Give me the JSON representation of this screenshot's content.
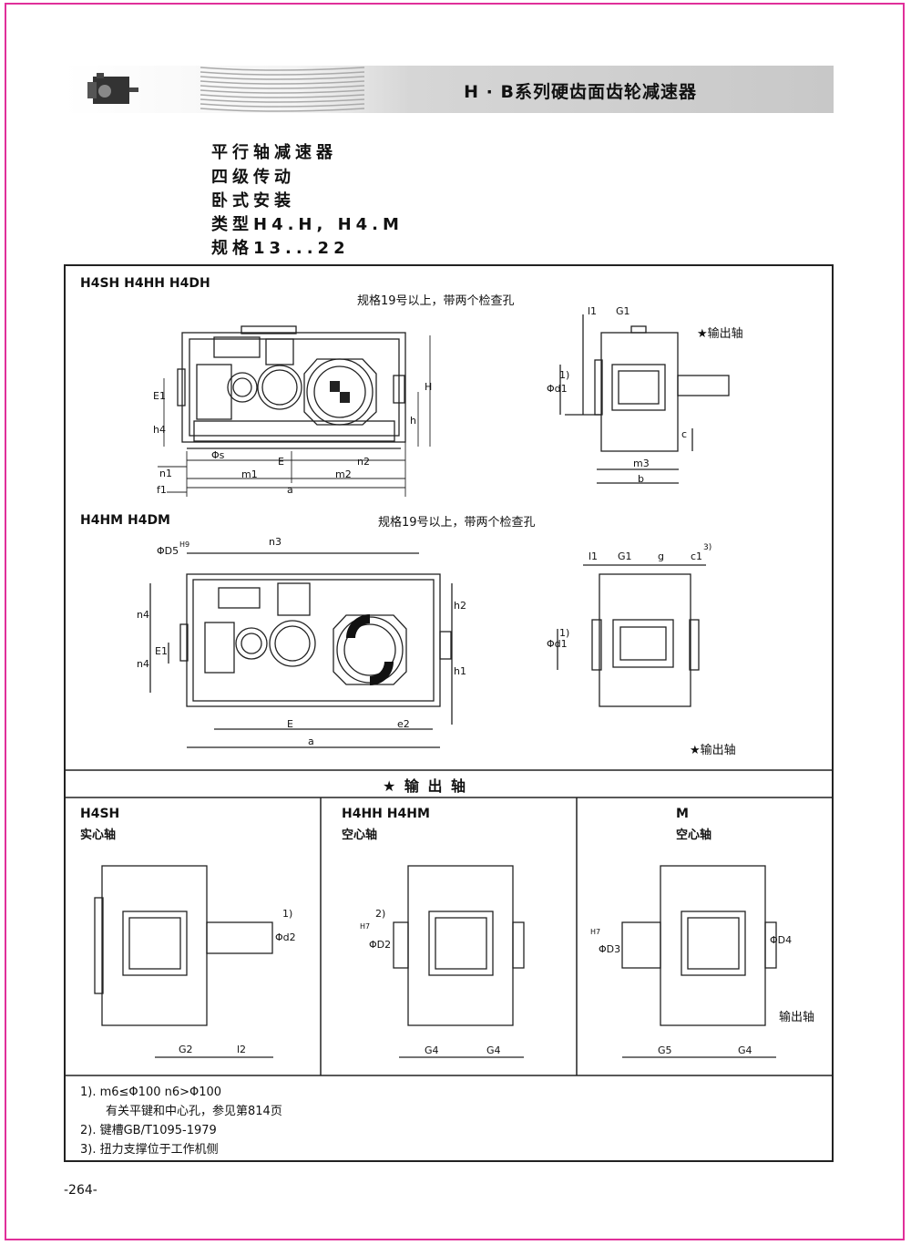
{
  "header": {
    "title": "H · B系列硬齿面齿轮减速器",
    "logo": "gear-reducer-image"
  },
  "spec_lines": [
    "平行轴减速器",
    "四级传动",
    "卧式安装",
    "类型H4.H, H4.M",
    "规格13...22"
  ],
  "diagram_top": {
    "model_label": "H4SH  H4HH  H4DH",
    "note": "规格19号以上，带两个检查孔",
    "output_shaft": "★输出轴",
    "dims": [
      "l1",
      "G1",
      "E1",
      "h4",
      "Φs",
      "E",
      "n2",
      "H",
      "h",
      "n1",
      "m1",
      "m2",
      "f1",
      "a",
      "Φd1",
      "1)",
      "c",
      "m3",
      "b"
    ]
  },
  "diagram_mid": {
    "model_label": "H4HM  H4DM",
    "note": "规格19号以上，带两个检查孔",
    "output_shaft": "★输出轴",
    "dims": [
      "ΦD5",
      "H9",
      "n3",
      "n4",
      "E1",
      "h2",
      "h1",
      "E",
      "e2",
      "a",
      "l1",
      "G1",
      "g",
      "c1",
      "3)",
      "Φd1",
      "1)"
    ]
  },
  "output_section": {
    "title": "★  输  出  轴",
    "cols": [
      {
        "label": "H4SH",
        "sub": "实心轴",
        "dims": [
          "G2",
          "l2",
          "Φd2",
          "1)"
        ]
      },
      {
        "label": "H4HH  H4HM",
        "sub": "空心轴",
        "dims": [
          "G4",
          "G4",
          "ΦD2",
          "H7",
          "2)"
        ]
      },
      {
        "label": "M",
        "sub": "空心轴",
        "dims": [
          "G5",
          "G4",
          "ΦD3",
          "ΦD4",
          "H7"
        ],
        "callout": "输出轴"
      }
    ]
  },
  "footnotes": [
    "1). m6≤Φ100  n6>Φ100",
    "有关平键和中心孔，参见第814页",
    "2). 键槽GB/T1095-1979",
    "3). 扭力支撑位于工作机侧"
  ],
  "page_number": "-264-",
  "colors": {
    "border": "#e0309a",
    "line": "#222222"
  }
}
